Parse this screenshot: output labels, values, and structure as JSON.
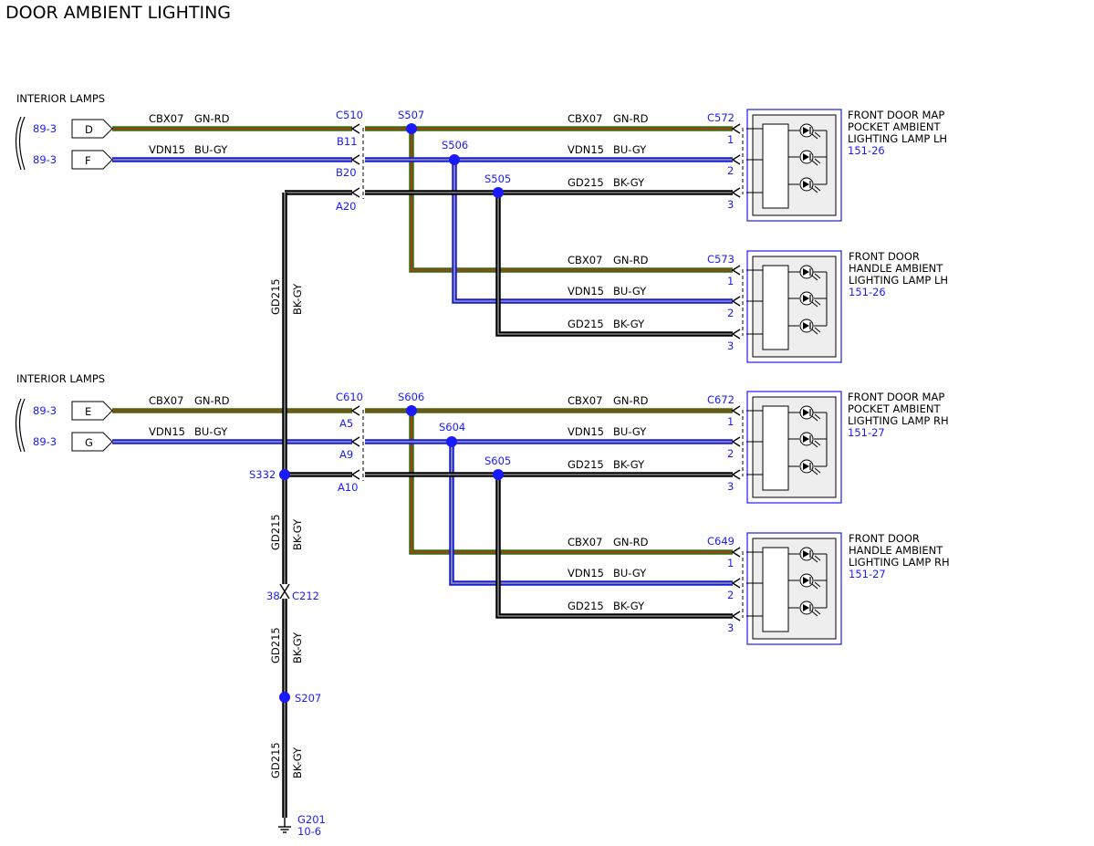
{
  "title": "DOOR AMBIENT LIGHTING",
  "colors": {
    "green": "#3d6b12",
    "green_stripe": "#b03a1a",
    "blue": "#1a1adc",
    "blue_stripe": "#9aa0a6",
    "black": "#000000",
    "black_stripe": "#8a8a8a",
    "splice": "#1a1aff",
    "ref": "#1a1aff"
  },
  "sources": [
    {
      "label": "INTERIOR LAMPS",
      "pins": [
        {
          "ref": "89-3",
          "pin": "D"
        },
        {
          "ref": "89-3",
          "pin": "F"
        }
      ]
    },
    {
      "label": "INTERIOR LAMPS",
      "pins": [
        {
          "ref": "89-3",
          "pin": "E"
        },
        {
          "ref": "89-3",
          "pin": "G"
        }
      ]
    }
  ],
  "wires": {
    "cbx": {
      "circuit": "CBX07",
      "color": "GN-RD"
    },
    "vdn": {
      "circuit": "VDN15",
      "color": "BU-GY"
    },
    "gd": {
      "circuit": "GD215",
      "color": "BK-GY"
    }
  },
  "inline_connectors": [
    {
      "name": "C510",
      "pins": [
        "B11",
        "B20",
        "A20"
      ]
    },
    {
      "name": "C610",
      "pins": [
        "A5",
        "A9",
        "A10"
      ]
    }
  ],
  "splices": [
    "S507",
    "S506",
    "S505",
    "S606",
    "S604",
    "S605",
    "S332",
    "S207"
  ],
  "lamps": [
    {
      "connector": "C572",
      "lines": [
        "FRONT DOOR MAP",
        "POCKET AMBIENT",
        "LIGHTING LAMP LH"
      ],
      "ref": "151-26",
      "pins": [
        "1",
        "2",
        "3"
      ]
    },
    {
      "connector": "C573",
      "lines": [
        "FRONT DOOR",
        "HANDLE AMBIENT",
        "LIGHTING LAMP LH"
      ],
      "ref": "151-26",
      "pins": [
        "1",
        "2",
        "3"
      ]
    },
    {
      "connector": "C672",
      "lines": [
        "FRONT DOOR MAP",
        "POCKET AMBIENT",
        "LIGHTING LAMP RH"
      ],
      "ref": "151-27",
      "pins": [
        "1",
        "2",
        "3"
      ]
    },
    {
      "connector": "C649",
      "lines": [
        "FRONT DOOR",
        "HANDLE AMBIENT",
        "LIGHTING LAMP RH"
      ],
      "ref": "151-27",
      "pins": [
        "1",
        "2",
        "3"
      ]
    }
  ],
  "ground_path": {
    "connector": "C212",
    "pin": "38",
    "ground": "G201",
    "ground_ref": "10-6"
  }
}
